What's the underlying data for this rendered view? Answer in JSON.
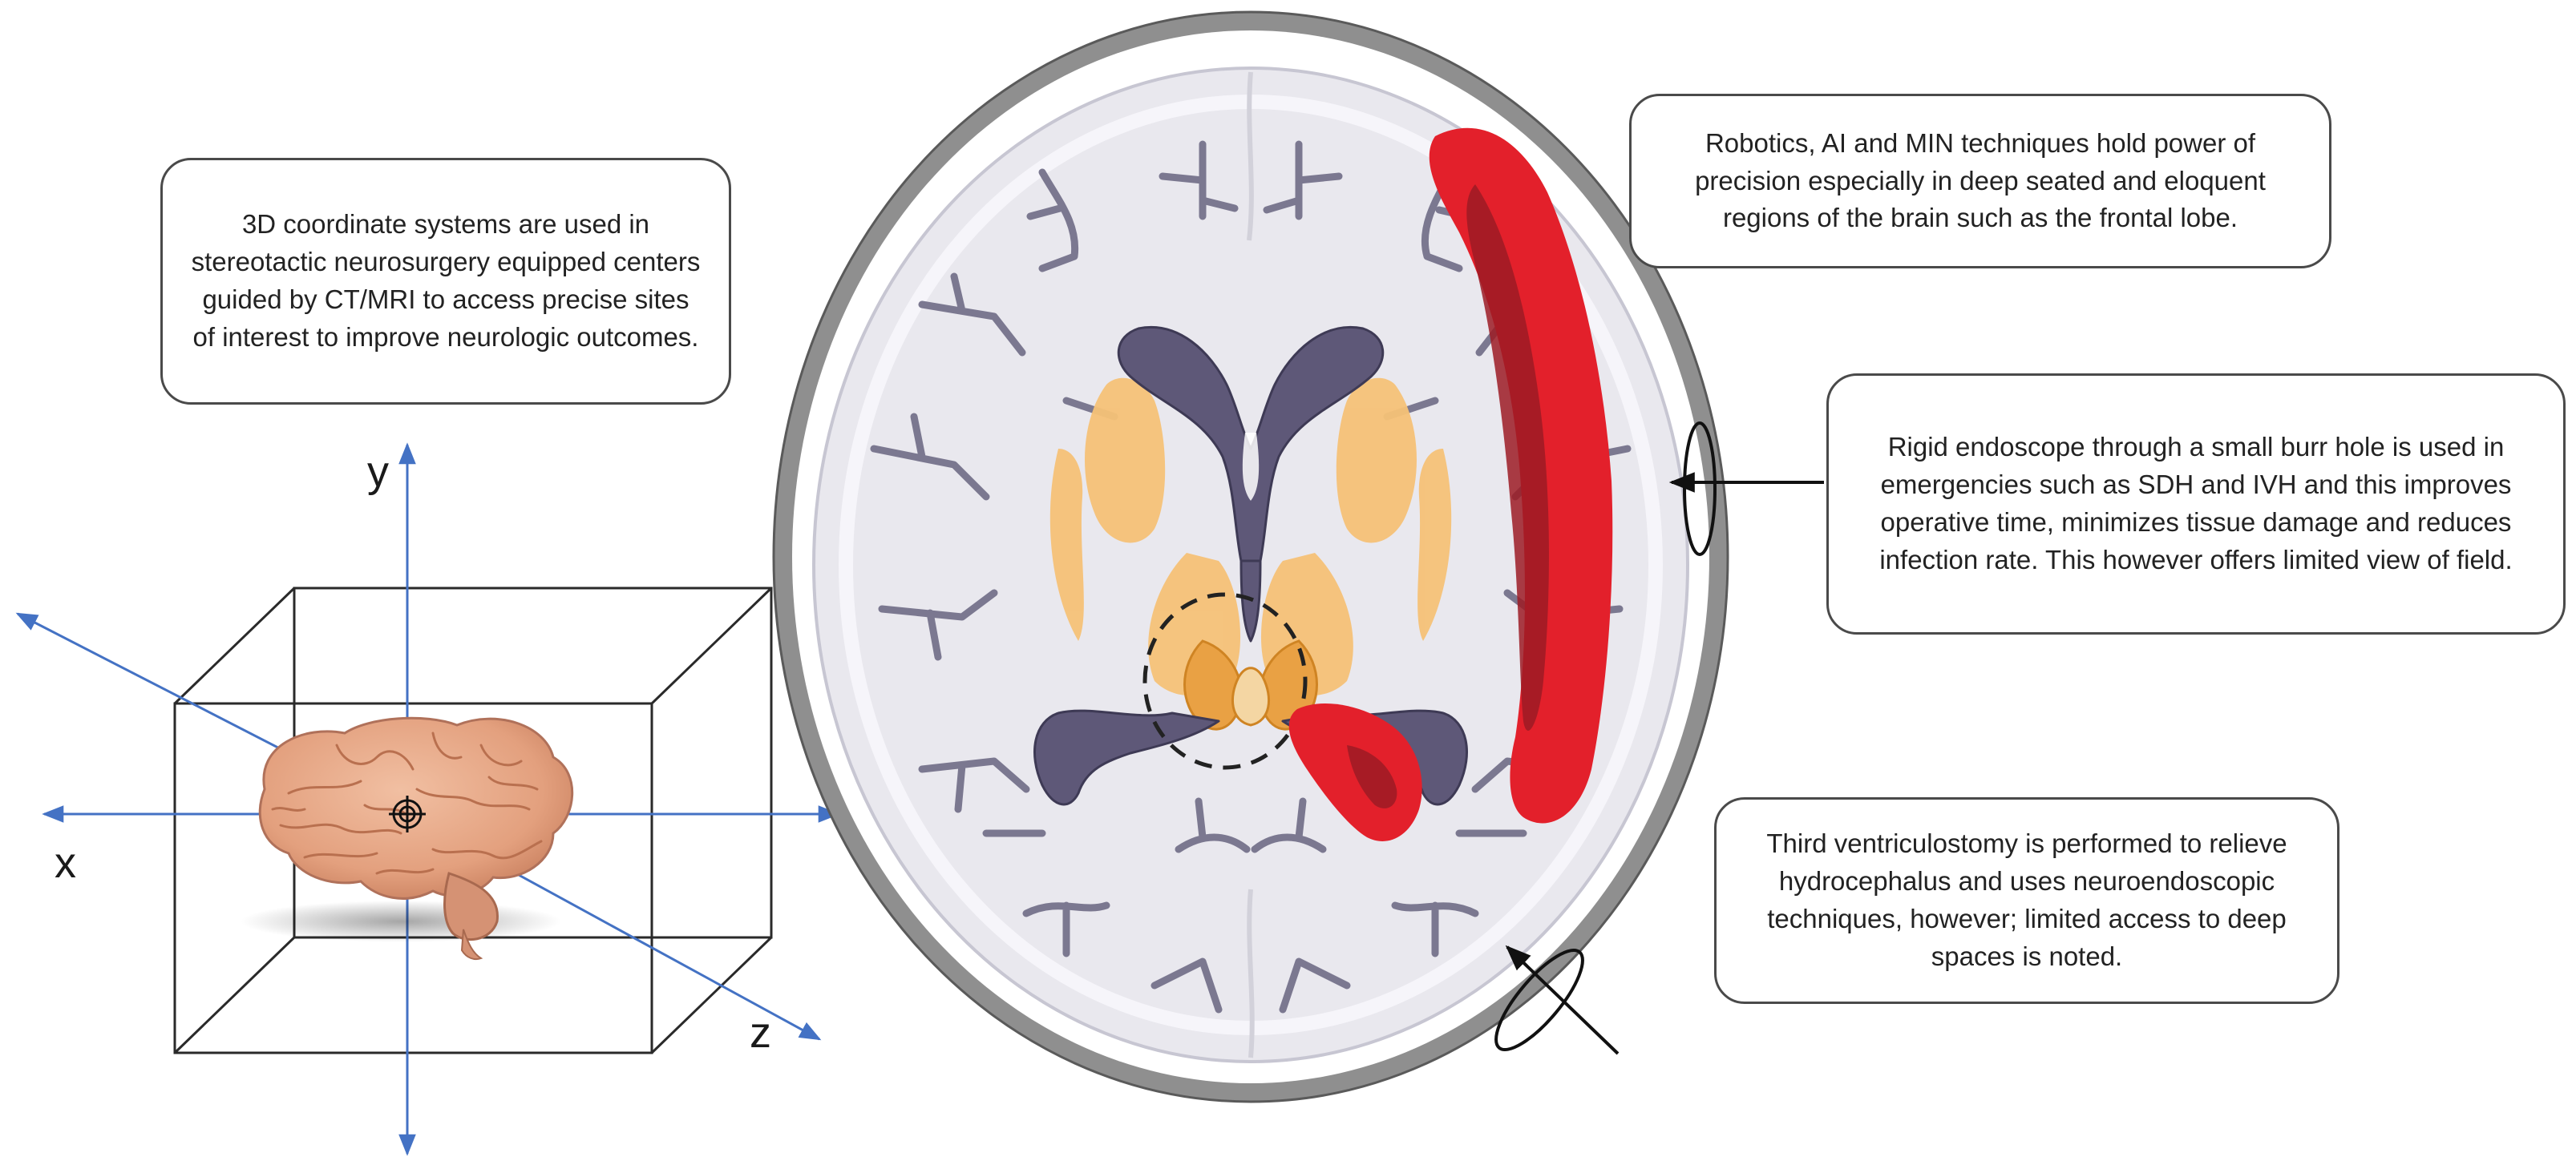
{
  "callouts": {
    "stereotactic": "3D coordinate systems are used in stereotactic neurosurgery equipped centers guided by CT/MRI to access precise sites of interest to improve neurologic outcomes.",
    "robotics": "Robotics, AI and MIN techniques hold power of precision especially in deep seated and eloquent regions of the brain such as the frontal lobe.",
    "endoscope": "Rigid endoscope through a small burr hole is used in emergencies such as SDH and IVH and this improves operative time, minimizes tissue damage and reduces infection rate.  This however offers limited view of field.",
    "ventriculostomy": "Third ventriculostomy is performed to relieve hydrocephalus and uses neuroendoscopic techniques, however; limited access to deep spaces is noted."
  },
  "axes": {
    "x": "x",
    "y": "y",
    "z": "z"
  },
  "colors": {
    "axis": "#4472c4",
    "skull": "#8f8f8f",
    "brain_tissue": "#e9e8ee",
    "sulci": "#7b7890",
    "ventricle": "#5e5878",
    "basal_ganglia": "#f6c277",
    "thalamus": "#e9a144",
    "hemorrhage": "#e3202b",
    "hemorrhage_core": "#9c1b24",
    "brain_3d": "#e7a786"
  },
  "icons": [
    "target-crosshair-icon",
    "burr-hole-ellipse-icon",
    "endoscope-arrow-icon"
  ]
}
